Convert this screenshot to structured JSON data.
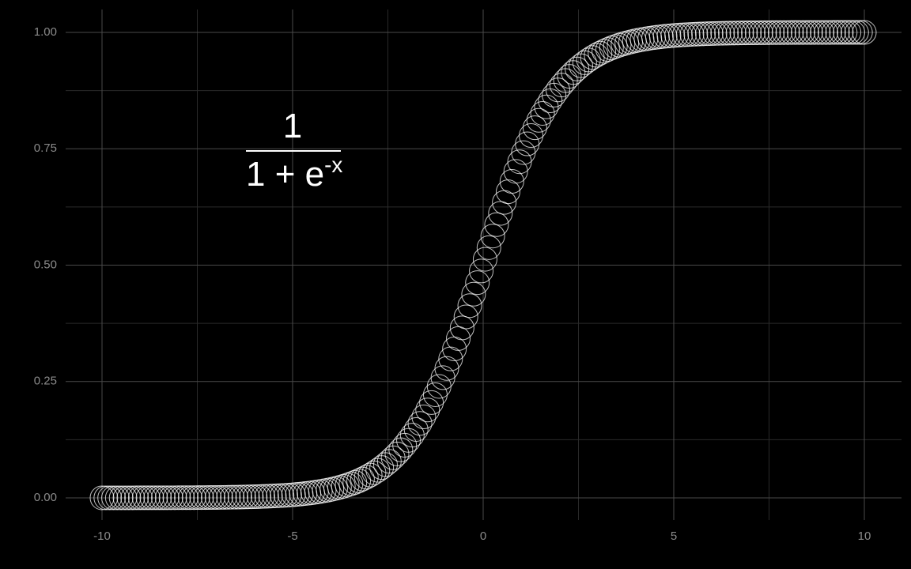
{
  "chart_data": {
    "type": "scatter",
    "title": "",
    "xlabel": "",
    "ylabel": "",
    "xlim": [
      -10,
      10
    ],
    "ylim": [
      0,
      1
    ],
    "x_ticks": [
      -10,
      -5,
      0,
      5,
      10
    ],
    "x_tick_labels": [
      "-10",
      "-5",
      "0",
      "5",
      "10"
    ],
    "y_ticks": [
      0,
      0.25,
      0.5,
      0.75,
      1
    ],
    "y_tick_labels": [
      "0.00",
      "0.25",
      "0.50",
      "0.75",
      "1.00"
    ],
    "grid": true,
    "background": "#000000",
    "marker_color": "#ffffff",
    "marker": "open-circle",
    "function": "1 / (1 + exp(-x))",
    "x_range": [
      -10,
      10
    ],
    "point_count": 200,
    "annotation": {
      "numerator": "1",
      "denominator_base": "1 + e",
      "denominator_exponent": "-x"
    }
  }
}
